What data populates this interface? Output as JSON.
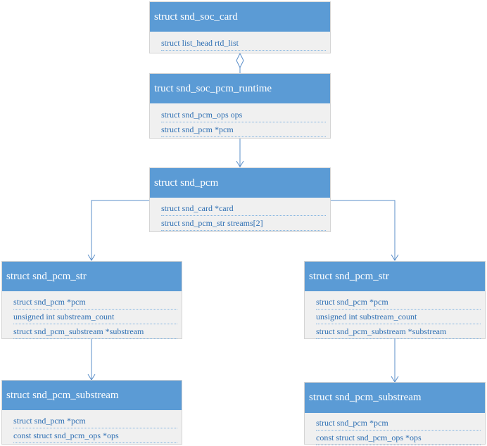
{
  "colors": {
    "header": "#5b9bd5",
    "body": "#f0f0f0",
    "field_text": "#2e6fb3",
    "connector": "#5b8fc9"
  },
  "boxes": {
    "soc_card": {
      "title": "struct snd_soc_card",
      "fields": [
        "struct list_head rtd_list"
      ]
    },
    "soc_pcm_runtime": {
      "title": "truct snd_soc_pcm_runtime",
      "fields": [
        "struct snd_pcm_ops ops",
        "struct snd_pcm *pcm"
      ]
    },
    "snd_pcm": {
      "title": "struct snd_pcm",
      "fields": [
        "struct snd_card *card",
        "struct snd_pcm_str streams[2]"
      ]
    },
    "pcm_str_left": {
      "title": "struct snd_pcm_str",
      "fields": [
        "struct snd_pcm *pcm",
        "unsigned int substream_count",
        "struct snd_pcm_substream *substream"
      ]
    },
    "pcm_str_right": {
      "title": "struct snd_pcm_str",
      "fields": [
        "struct snd_pcm *pcm",
        "unsigned int substream_count",
        "struct snd_pcm_substream *substream"
      ]
    },
    "substream_left": {
      "title": "struct snd_pcm_substream",
      "fields": [
        "struct snd_pcm *pcm",
        "const struct snd_pcm_ops *ops"
      ]
    },
    "substream_right": {
      "title": "struct snd_pcm_substream",
      "fields": [
        "struct snd_pcm *pcm",
        "const struct snd_pcm_ops *ops"
      ]
    }
  }
}
